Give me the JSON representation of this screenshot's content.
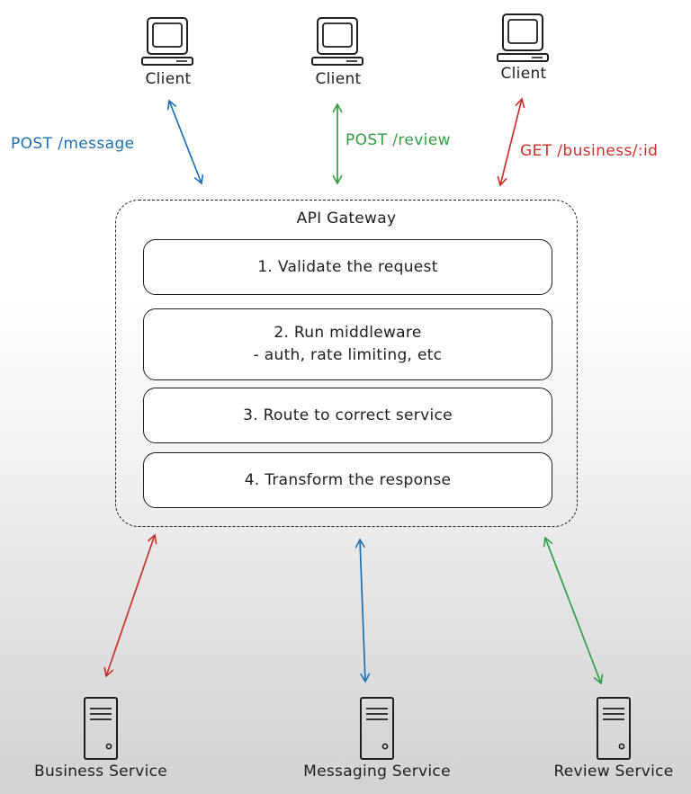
{
  "clients": [
    {
      "label": "Client"
    },
    {
      "label": "Client"
    },
    {
      "label": "Client"
    }
  ],
  "requests": [
    {
      "label": "POST /message",
      "color": "#1c6fb0"
    },
    {
      "label": "POST /review",
      "color": "#2f9e44"
    },
    {
      "label": "GET /business/:id",
      "color": "#c9302c"
    }
  ],
  "gateway": {
    "title": "API Gateway",
    "steps": [
      {
        "line1": "1. Validate the request",
        "line2": ""
      },
      {
        "line1": "2. Run middleware",
        "line2": "- auth, rate limiting, etc"
      },
      {
        "line1": "3. Route to correct service",
        "line2": ""
      },
      {
        "line1": "4. Transform the response",
        "line2": ""
      }
    ]
  },
  "services": [
    {
      "label": "Business Service",
      "arrow_color": "#c9302c"
    },
    {
      "label": "Messaging Service",
      "arrow_color": "#1c6fb0"
    },
    {
      "label": "Review Service",
      "arrow_color": "#2f9e44"
    }
  ]
}
